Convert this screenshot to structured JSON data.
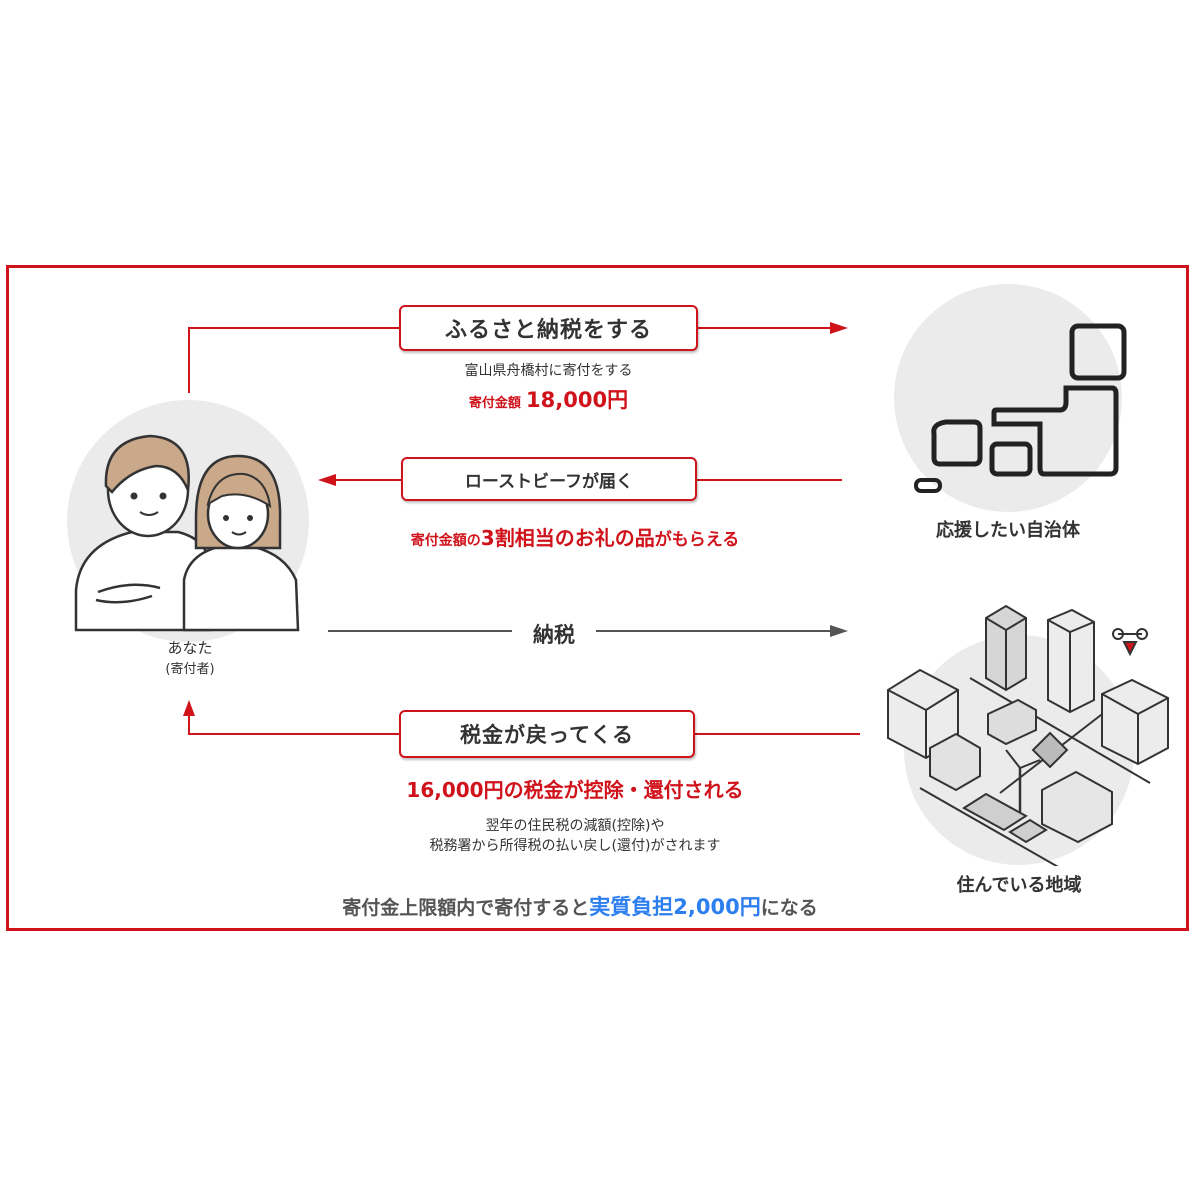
{
  "flow_top": {
    "pill_label": "ふるさと納税をする",
    "sub_label": "富山県舟橋村に寄付をする",
    "amount_prefix": "寄付金額",
    "amount_value": "18,000円"
  },
  "flow_gift": {
    "pill_label": "ローストビーフが届く",
    "desc_prefix": "寄付金額の",
    "desc_highlight": "3割相当のお礼の品",
    "desc_suffix": "がもらえる"
  },
  "flow_tax": {
    "label": "納税"
  },
  "flow_refund": {
    "pill_label": "税金が戻ってくる",
    "headline": "16,000円の税金が控除・還付される",
    "note_line1": "翌年の住民税の減額(控除)や",
    "note_line2": "税務署から所得税の払い戻し(還付)がされます"
  },
  "you": {
    "label": "あなた",
    "sub_label": "(寄付者)"
  },
  "municipality": {
    "label": "応援したい自治体"
  },
  "region": {
    "label": "住んでいる地域"
  },
  "footer": {
    "prefix": "寄付金上限額内で寄付すると",
    "highlight": "実質負担2,000円",
    "suffix": "になる"
  },
  "colors": {
    "accent_red": "#d0121b",
    "highlight_blue": "#2d7ff0",
    "text_dark": "#333333",
    "circle_gray": "#ebebeb"
  },
  "icons": [
    "couple-illustration",
    "japan-map-icon",
    "city-illustration",
    "arrow-right-icon",
    "arrow-left-icon",
    "arrow-up-icon"
  ]
}
